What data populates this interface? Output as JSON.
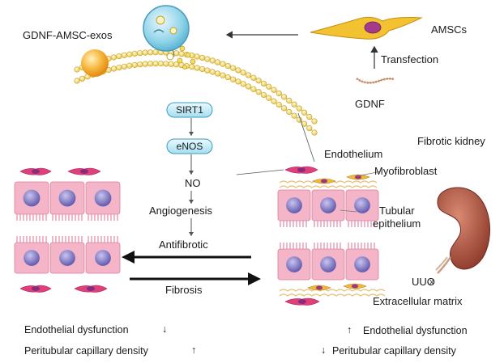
{
  "labels": {
    "exosome": "GDNF-AMSC-exos",
    "amscs": "AMSCs",
    "transfection": "Transfection",
    "gdnf": "GDNF",
    "sirt1": "SIRT1",
    "enos": "eNOS",
    "no": "NO",
    "angiogenesis": "Angiogenesis",
    "antifibrotic": "Antifibrotic",
    "fibrosis": "Fibrosis",
    "fibrotic_kidney": "Fibrotic kidney",
    "endothelium": "Endothelium",
    "myofibroblast": "Myofibroblast",
    "tubular_line1": "Tubular",
    "tubular_line2": "epithelium",
    "uuo": "UUO",
    "extracellular_matrix": "Extracellular matrix"
  },
  "outcomes": {
    "left_dysfunction": "Endothelial dysfunction",
    "left_dysfunction_arrow": "↓",
    "left_density": "Peritubular capillary density",
    "left_density_arrow": "↑",
    "right_dysfunction": "Endothelial dysfunction",
    "right_dysfunction_arrow": "↑",
    "right_density": "Peritubular capillary density",
    "right_density_arrow": "↓"
  },
  "colors": {
    "membrane_head": "#f2dc6a",
    "exosome": "#8fd3e8",
    "orange_sphere": "#f5a623",
    "amsc": "#f2c230",
    "endothelial_cell": "#e0407a",
    "tubular_cell": "#f4b5c8",
    "nucleus": "#7a73c4",
    "kidney": "#a94f3e"
  }
}
